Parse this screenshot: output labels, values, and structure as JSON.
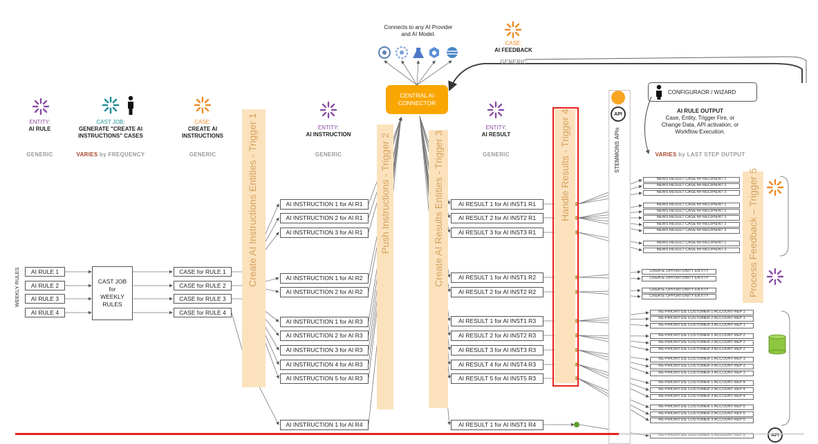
{
  "colors": {
    "orange": "#f6a623",
    "purple": "#8a4ca4",
    "teal": "#1f8f96",
    "band": "#fbe2bd",
    "band_text": "#d6a25e",
    "red_frame": "#e8201a",
    "progress": "#e8201a"
  },
  "top": {
    "connects_line1": "Connects to any AI Provider",
    "connects_line2": "and AI Model.",
    "central_line1": "CENTRAL AI",
    "central_line2": "CONNECTOR",
    "feedback_kind": "CASE:",
    "feedback_name": "AI FEEDBACK",
    "feedback_generic": "GENERIC"
  },
  "headers": {
    "rule": {
      "kind": "ENTITY:",
      "name": "AI RULE",
      "tag": "GENERIC"
    },
    "castjob": {
      "kind": "CAST JOB:",
      "name1": "GENERATE \"CREATE AI",
      "name2": "INSTRUCTIONS\" CASES",
      "tag_bold": "VARIES",
      "tag_rest": " by FREQUENCY"
    },
    "case": {
      "kind": "CASE:",
      "name1": "CREATE AI",
      "name2": "INSTRUCTIONS",
      "tag": "GENERIC"
    },
    "instruction": {
      "kind": "ENTITY:",
      "name": "AI INSTRUCTION",
      "tag": "GENERIC"
    },
    "result": {
      "kind": "ENTITY:",
      "name": "AI RESULT",
      "tag": "GENERIC"
    },
    "wizard": "CONFIGURAOR / WIZARD",
    "output_title": "AI RULE OUTPUT",
    "output_line1": "Case, Entity, Trigger Fire, or",
    "output_line2": "Change Data, API activation, or",
    "output_line3": "Workflow Execution.",
    "output_tag_bold": "VARIES",
    "output_tag_rest": " by LAST STEP OUTPUT"
  },
  "bands": {
    "trigger1": "Create AI Instructions Entities - Trigger 1",
    "trigger2": "Push Instructions - Trigger 2",
    "trigger3": "Create AI Results Entities - Trigger 3",
    "trigger4": "Handle Results - Trigger 4",
    "trigger5": "Process Feedback – Trigger 5",
    "apis": "STEMMONS APIs",
    "api_icon": "API"
  },
  "weekly_rules": "WEEKLY RULES",
  "rules": [
    "AI RULE 1",
    "AI RULE 2",
    "AI RULE 3",
    "AI RULE 4"
  ],
  "cast_job": [
    "CAST JOB",
    "for",
    "WEEKLY",
    "RULES"
  ],
  "cases": [
    "CASE for RULE 1",
    "CASE for RULE 2",
    "CASE for RULE 3",
    "CASE for RULE 4"
  ],
  "instructions": [
    "AI INSTRUCTION 1 for AI R1",
    "AI INSTRUCTION 2 for AI R1",
    "AI INSTRUCTION 3 for AI R1",
    "AI INSTRUCTION 1 for AI R2",
    "AI INSTRUCTION 2 for AI R2",
    "AI INSTRUCTION 1 for AI R3",
    "AI INSTRUCTION 2 for AI R3",
    "AI INSTRUCTION 3 for AI R3",
    "AI INSTRUCTION 4 for AI R3",
    "AI INSTRUCTION 5 for AI R3",
    "AI INSTRUCTION 1 for AI R4"
  ],
  "results": [
    "AI RESULT 1 for AI INST1 R1",
    "AI RESULT 2 for AI INST2 R1",
    "AI RESULT 3 for AI INST3 R1",
    "AI RESULT 1 for AI INST1 R2",
    "AI RESULT 2 for AI INST2 R2",
    "AI RESULT 1 for AI INST1 R3",
    "AI RESULT 2 for AI INST2 R3",
    "AI RESULT 3 for AI INST3 R3",
    "AI RESULT 4 for AI INST4 R3",
    "AI RESULT 5 for AI INST5 R3",
    "AI RESULT 1 for AI INST1 R4"
  ],
  "outputs": [
    "NEWS RESULT CASE for RECIPIENT 1",
    "NEWS RESULT CASE for RECIPIENT 2",
    "NEWS RESULT CASE for RECIPIENT 3",
    "NEWS RESULT CASE for RECIPIENT 1",
    "NEWS RESULT CASE for RECIPIENT 2",
    "NEWS RESULT CASE for RECIPIENT 3",
    "NEWS RESULT CASE for RECIPIENT 2",
    "NEWS RESULT CASE for RECIPIENT 3",
    "NEWS RESULT CASE for RECIPIENT 1",
    "NEWS RESULT CASE for RECIPIENT 2",
    "CREATE OPPORTUNITY ENTITY",
    "CREATE OPPORTUNITY ENTITY",
    "CREATE OPPORTUNITY ENTITY",
    "CREATE OPPORTUNITY ENTITY",
    "RE-PRIORITIZE CUSTOMER 1 ACCOUNT REP 1",
    "RE-PRIORITIZE CUSTOMER 2 ACCOUNT REP 1",
    "RE-PRIORITIZE CUSTOMER 3 ACCOUNT REP 1",
    "RE-PRIORITIZE CUSTOMER 1 ACCOUNT REP 2",
    "RE-PRIORITIZE CUSTOMER 2 ACCOUNT REP 2",
    "RE-PRIORITIZE CUSTOMER 3 ACCOUNT REP 2",
    "RE-PRIORITIZE CUSTOMER 1 ACCOUNT REP 3",
    "RE-PRIORITIZE CUSTOMER 2 ACCOUNT REP 3",
    "RE-PRIORITIZE CUSTOMER 3 ACCOUNT REP 3",
    "RE-PRIORITIZE CUSTOMER 1 ACCOUNT REP 4",
    "RE-PRIORITIZE CUSTOMER 2 ACCOUNT REP 4",
    "RE-PRIORITIZE CUSTOMER 3 ACCOUNT REP 4",
    "RE-PRIORITIZE CUSTOMER 1 ACCOUNT REP 5",
    "RE-PRIORITIZE CUSTOMER 2 ACCOUNT REP 5",
    "RE-PRIORITIZE CUSTOMER 3 ACCOUNT REP 5",
    "RE-PRIORITIZE CUSTOMER 1 ACCOUNT REP 5"
  ],
  "video": {
    "progress": 0.765
  }
}
